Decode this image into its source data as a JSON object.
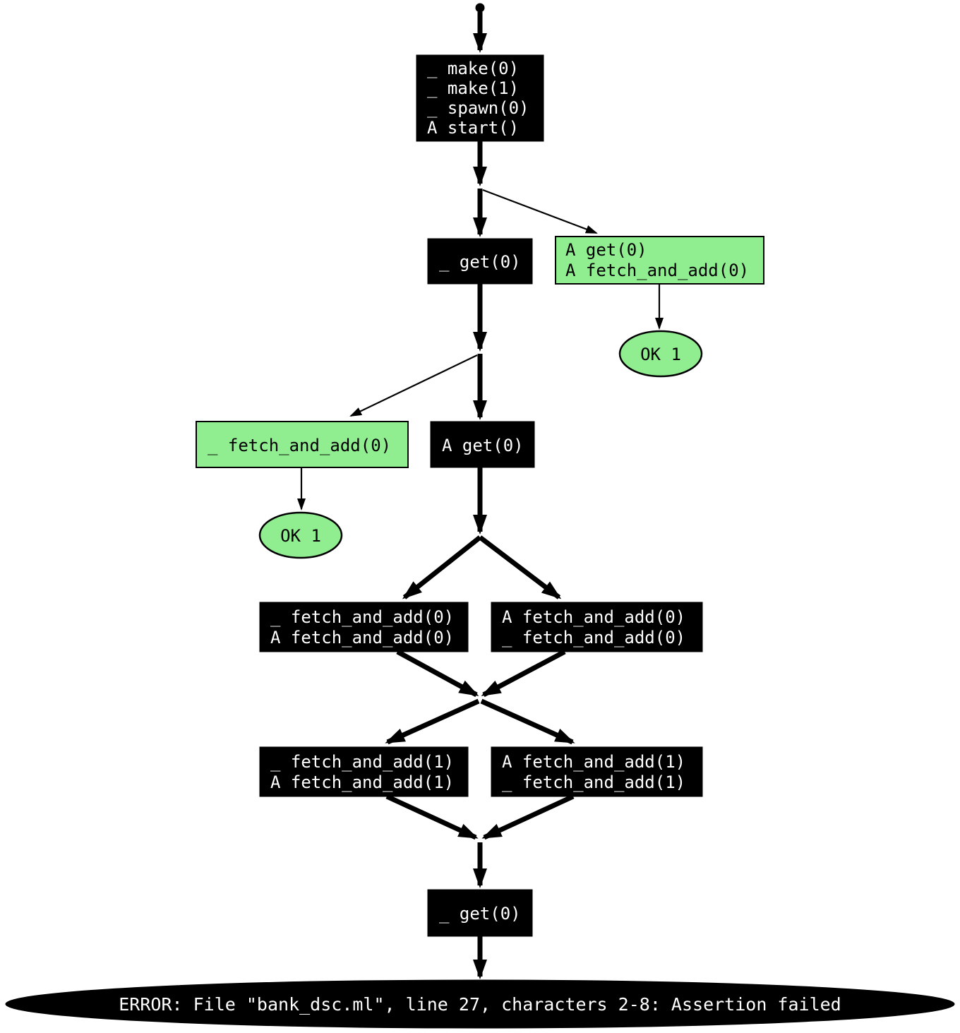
{
  "colors": {
    "background": "#ffffff",
    "black_node_fill": "#000000",
    "black_node_text": "#ffffff",
    "green_node_fill": "#90ee90",
    "green_node_text": "#000000",
    "edge": "#000000"
  },
  "nodes": {
    "init": {
      "lines": [
        "_ make(0)",
        "_ make(1)",
        "_ spawn(0)",
        "A start()"
      ]
    },
    "main_get0": {
      "label": "_ get(0)"
    },
    "branch_a_get0_faa0": {
      "lines": [
        "A get(0)",
        "A fetch_and_add(0)"
      ]
    },
    "ok_right": {
      "label": "OK 1"
    },
    "branch_faa0": {
      "label": "_ fetch_and_add(0)"
    },
    "main_a_get0": {
      "label": "A get(0)"
    },
    "ok_left": {
      "label": "OK 1"
    },
    "interleave0_left": {
      "lines": [
        "_ fetch_and_add(0)",
        "A fetch_and_add(0)"
      ]
    },
    "interleave0_right": {
      "lines": [
        "A fetch_and_add(0)",
        "_ fetch_and_add(0)"
      ]
    },
    "interleave1_left": {
      "lines": [
        "_ fetch_and_add(1)",
        "A fetch_and_add(1)"
      ]
    },
    "interleave1_right": {
      "lines": [
        "A fetch_and_add(1)",
        "_ fetch_and_add(1)"
      ]
    },
    "final_get0": {
      "label": "_ get(0)"
    },
    "error": {
      "label": "ERROR: File \"bank_dsc.ml\", line 27, characters 2-8: Assertion failed"
    }
  }
}
